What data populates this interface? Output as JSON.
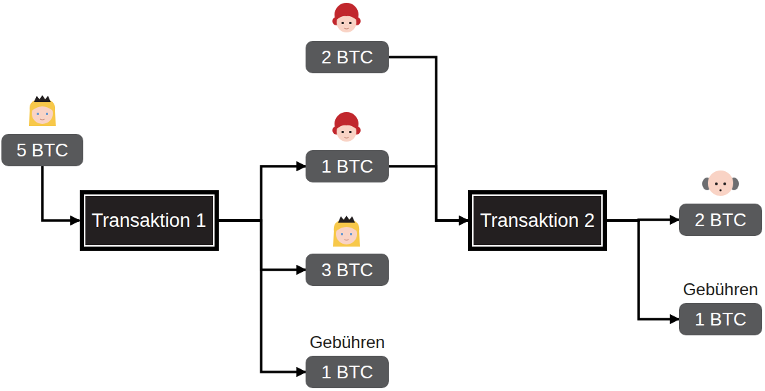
{
  "diagram": {
    "nodes": [
      {
        "text": [
          "5 BTC"
        ]
      },
      {
        "text": [
          "Transaktion 1"
        ]
      },
      {
        "text": [
          "2 BTC"
        ]
      },
      {
        "text": [
          "1 BTC"
        ]
      },
      {
        "text": [
          "3 BTC"
        ]
      },
      {
        "text": [
          "Gebühren",
          "1 BTC"
        ]
      },
      {
        "text": [
          "Transaktion 2"
        ]
      },
      {
        "text": [
          "2 BTC"
        ]
      },
      {
        "text": [
          "Gebühren",
          "1 BTC"
        ]
      }
    ],
    "edges": [
      {
        "from": 0,
        "to": 1,
        "arrow": "to"
      },
      {
        "from": 1,
        "to": 3,
        "arrow": "to"
      },
      {
        "from": 1,
        "to": 4,
        "arrow": "to"
      },
      {
        "from": 1,
        "to": 5,
        "arrow": "to"
      },
      {
        "from": 2,
        "to": 6,
        "arrow": "to"
      },
      {
        "from": 3,
        "to": 6,
        "arrow": "to"
      },
      {
        "from": 6,
        "to": 7,
        "arrow": "to"
      },
      {
        "from": 6,
        "to": 8,
        "arrow": "to"
      }
    ]
  }
}
